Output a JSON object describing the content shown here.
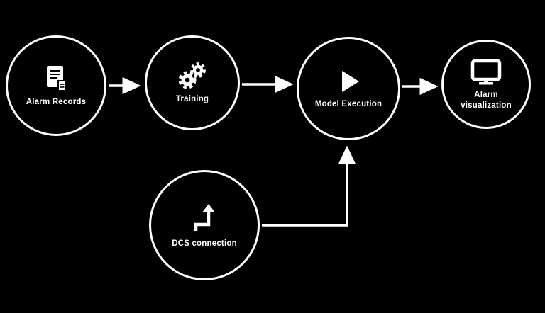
{
  "colors": {
    "background": "#000000",
    "foreground": "#ffffff"
  },
  "diagram": {
    "nodes": [
      {
        "id": "alarm-records",
        "label": "Alarm Records",
        "icon": "document-icon"
      },
      {
        "id": "training",
        "label": "Training",
        "icon": "gears-icon"
      },
      {
        "id": "model-execution",
        "label": "Model Execution",
        "icon": "play-icon"
      },
      {
        "id": "alarm-visualization",
        "label": "Alarm visualization",
        "icon": "monitor-icon"
      },
      {
        "id": "dcs-connection",
        "label": "DCS connection",
        "icon": "up-arrow-icon"
      }
    ],
    "connections": [
      {
        "from": "alarm-records",
        "to": "training"
      },
      {
        "from": "training",
        "to": "model-execution"
      },
      {
        "from": "model-execution",
        "to": "alarm-visualization"
      },
      {
        "from": "dcs-connection",
        "to": "model-execution"
      }
    ]
  }
}
